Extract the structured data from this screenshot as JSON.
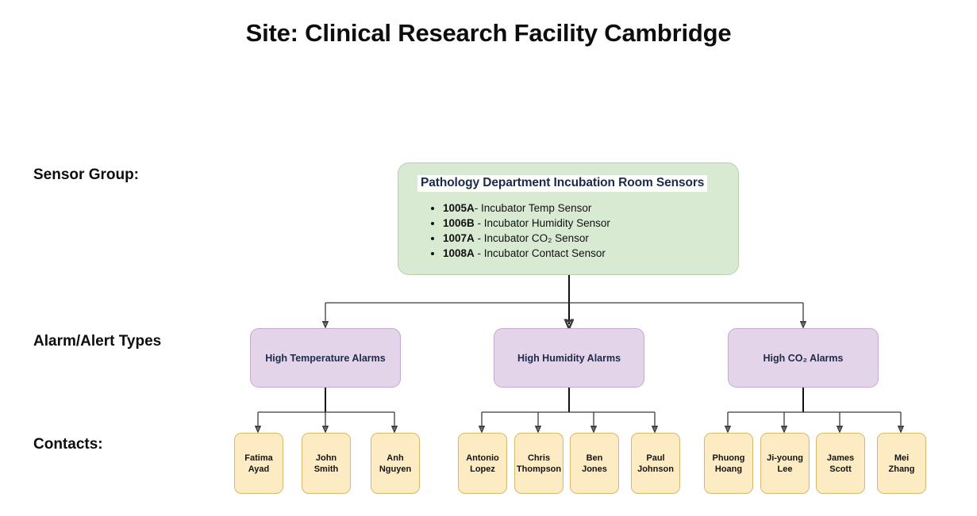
{
  "title": "Site: Clinical Research Facility Cambridge",
  "row_labels": {
    "sensor_group": "Sensor Group:",
    "alarm_types": "Alarm/Alert Types",
    "contacts": "Contacts:"
  },
  "colors": {
    "sensor_group_fill": "#d9ead3",
    "sensor_group_border": "#b7cfae",
    "alarm_fill": "#e3d4ea",
    "alarm_border": "#c3a9cf",
    "contact_fill": "#fdebc4",
    "contact_border": "#d8b96a",
    "title_text": "#0d0d0d",
    "heading_text": "#1b2b4b",
    "connector": "#3b3b3b",
    "page_background": "#ffffff"
  },
  "sensor_group": {
    "heading": "Pathology Department Incubation Room Sensors",
    "sensors": [
      {
        "id": "1005A",
        "separator": "- ",
        "name": "Incubator Temp Sensor"
      },
      {
        "id": "1006B",
        "separator": " - ",
        "name": "Incubator Humidity Sensor"
      },
      {
        "id": "1007A",
        "separator": " - ",
        "name": "Incubator CO₂ Sensor"
      },
      {
        "id": "1008A",
        "separator": " - ",
        "name": "Incubator Contact Sensor"
      }
    ]
  },
  "alarm_types": [
    {
      "label": "High Temperature Alarms"
    },
    {
      "label": "High Humidity Alarms"
    },
    {
      "label": "High CO₂ Alarms"
    }
  ],
  "contacts": [
    {
      "name": "Fatima Ayad",
      "group": "High Temperature Alarms"
    },
    {
      "name": "John Smith",
      "group": "High Temperature Alarms"
    },
    {
      "name": "Anh Nguyen",
      "group": "High Temperature Alarms"
    },
    {
      "name": "Antonio Lopez",
      "group": "High Humidity Alarms"
    },
    {
      "name": "Chris Thompson",
      "group": "High Humidity Alarms"
    },
    {
      "name": "Ben Jones",
      "group": "High Humidity Alarms"
    },
    {
      "name": "Paul Johnson",
      "group": "High Humidity Alarms"
    },
    {
      "name": "Phuong Hoang",
      "group": "High CO₂ Alarms"
    },
    {
      "name": "Ji-young Lee",
      "group": "High CO₂ Alarms"
    },
    {
      "name": "James Scott",
      "group": "High CO₂ Alarms"
    },
    {
      "name": "Mei Zhang",
      "group": "High CO₂ Alarms"
    }
  ]
}
